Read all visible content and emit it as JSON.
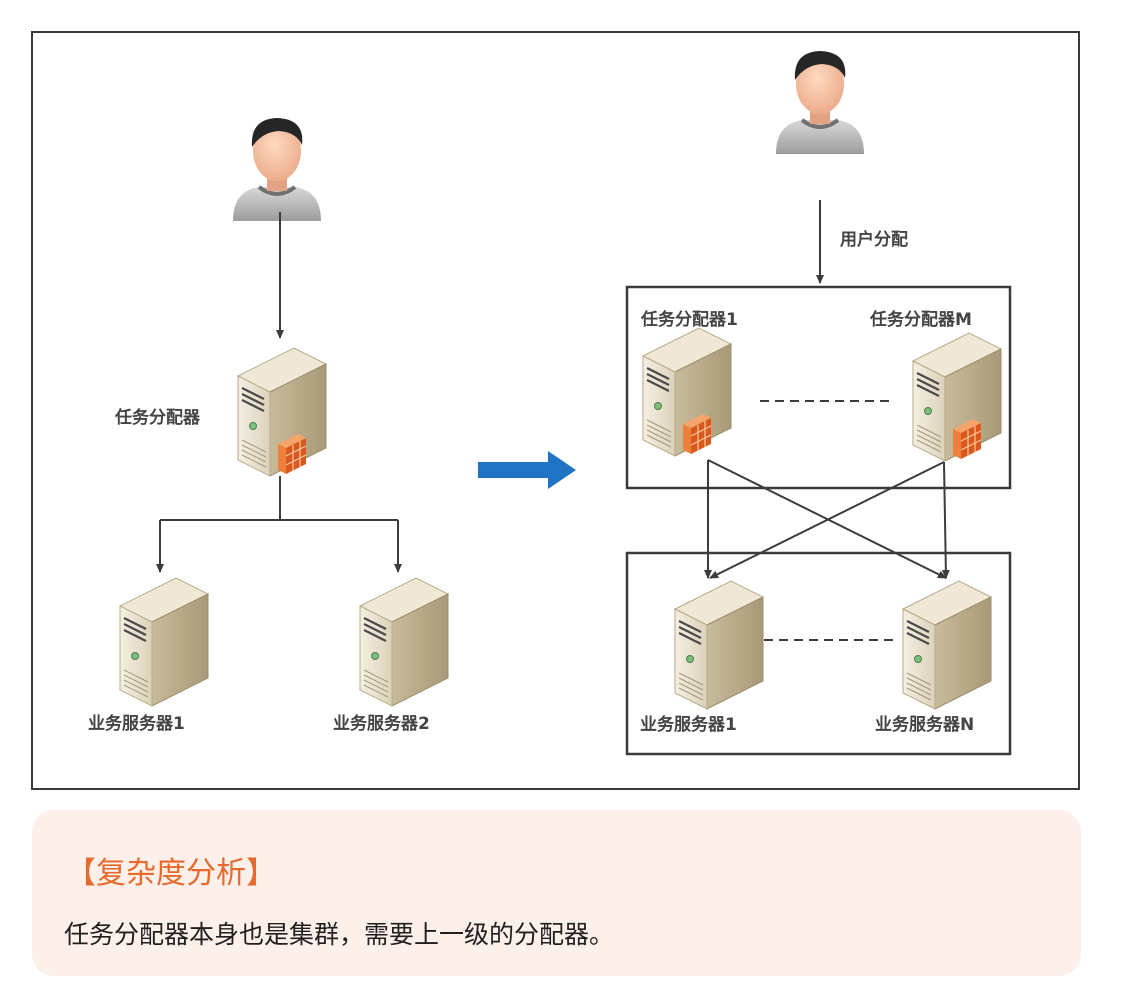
{
  "left": {
    "dispatcher_label": "任务分配器",
    "server1_label": "业务服务器1",
    "server2_label": "业务服务器2"
  },
  "right": {
    "user_dispatch_label": "用户分配",
    "dispatcher1_label": "任务分配器1",
    "dispatcherM_label": "任务分配器M",
    "server1_label": "业务服务器1",
    "serverN_label": "业务服务器N"
  },
  "note": {
    "title": "【复杂度分析】",
    "body": "任务分配器本身也是集群，需要上一级的分配器。"
  },
  "icons": [
    "user-icon",
    "server-icon",
    "firewall-icon",
    "arrow-right-icon"
  ],
  "colors": {
    "line": "#3c3c3c",
    "arrow_blue": "#1f73c5",
    "note_bg": "#fdf0eb",
    "note_title": "#e8692a",
    "label": "#444444"
  }
}
